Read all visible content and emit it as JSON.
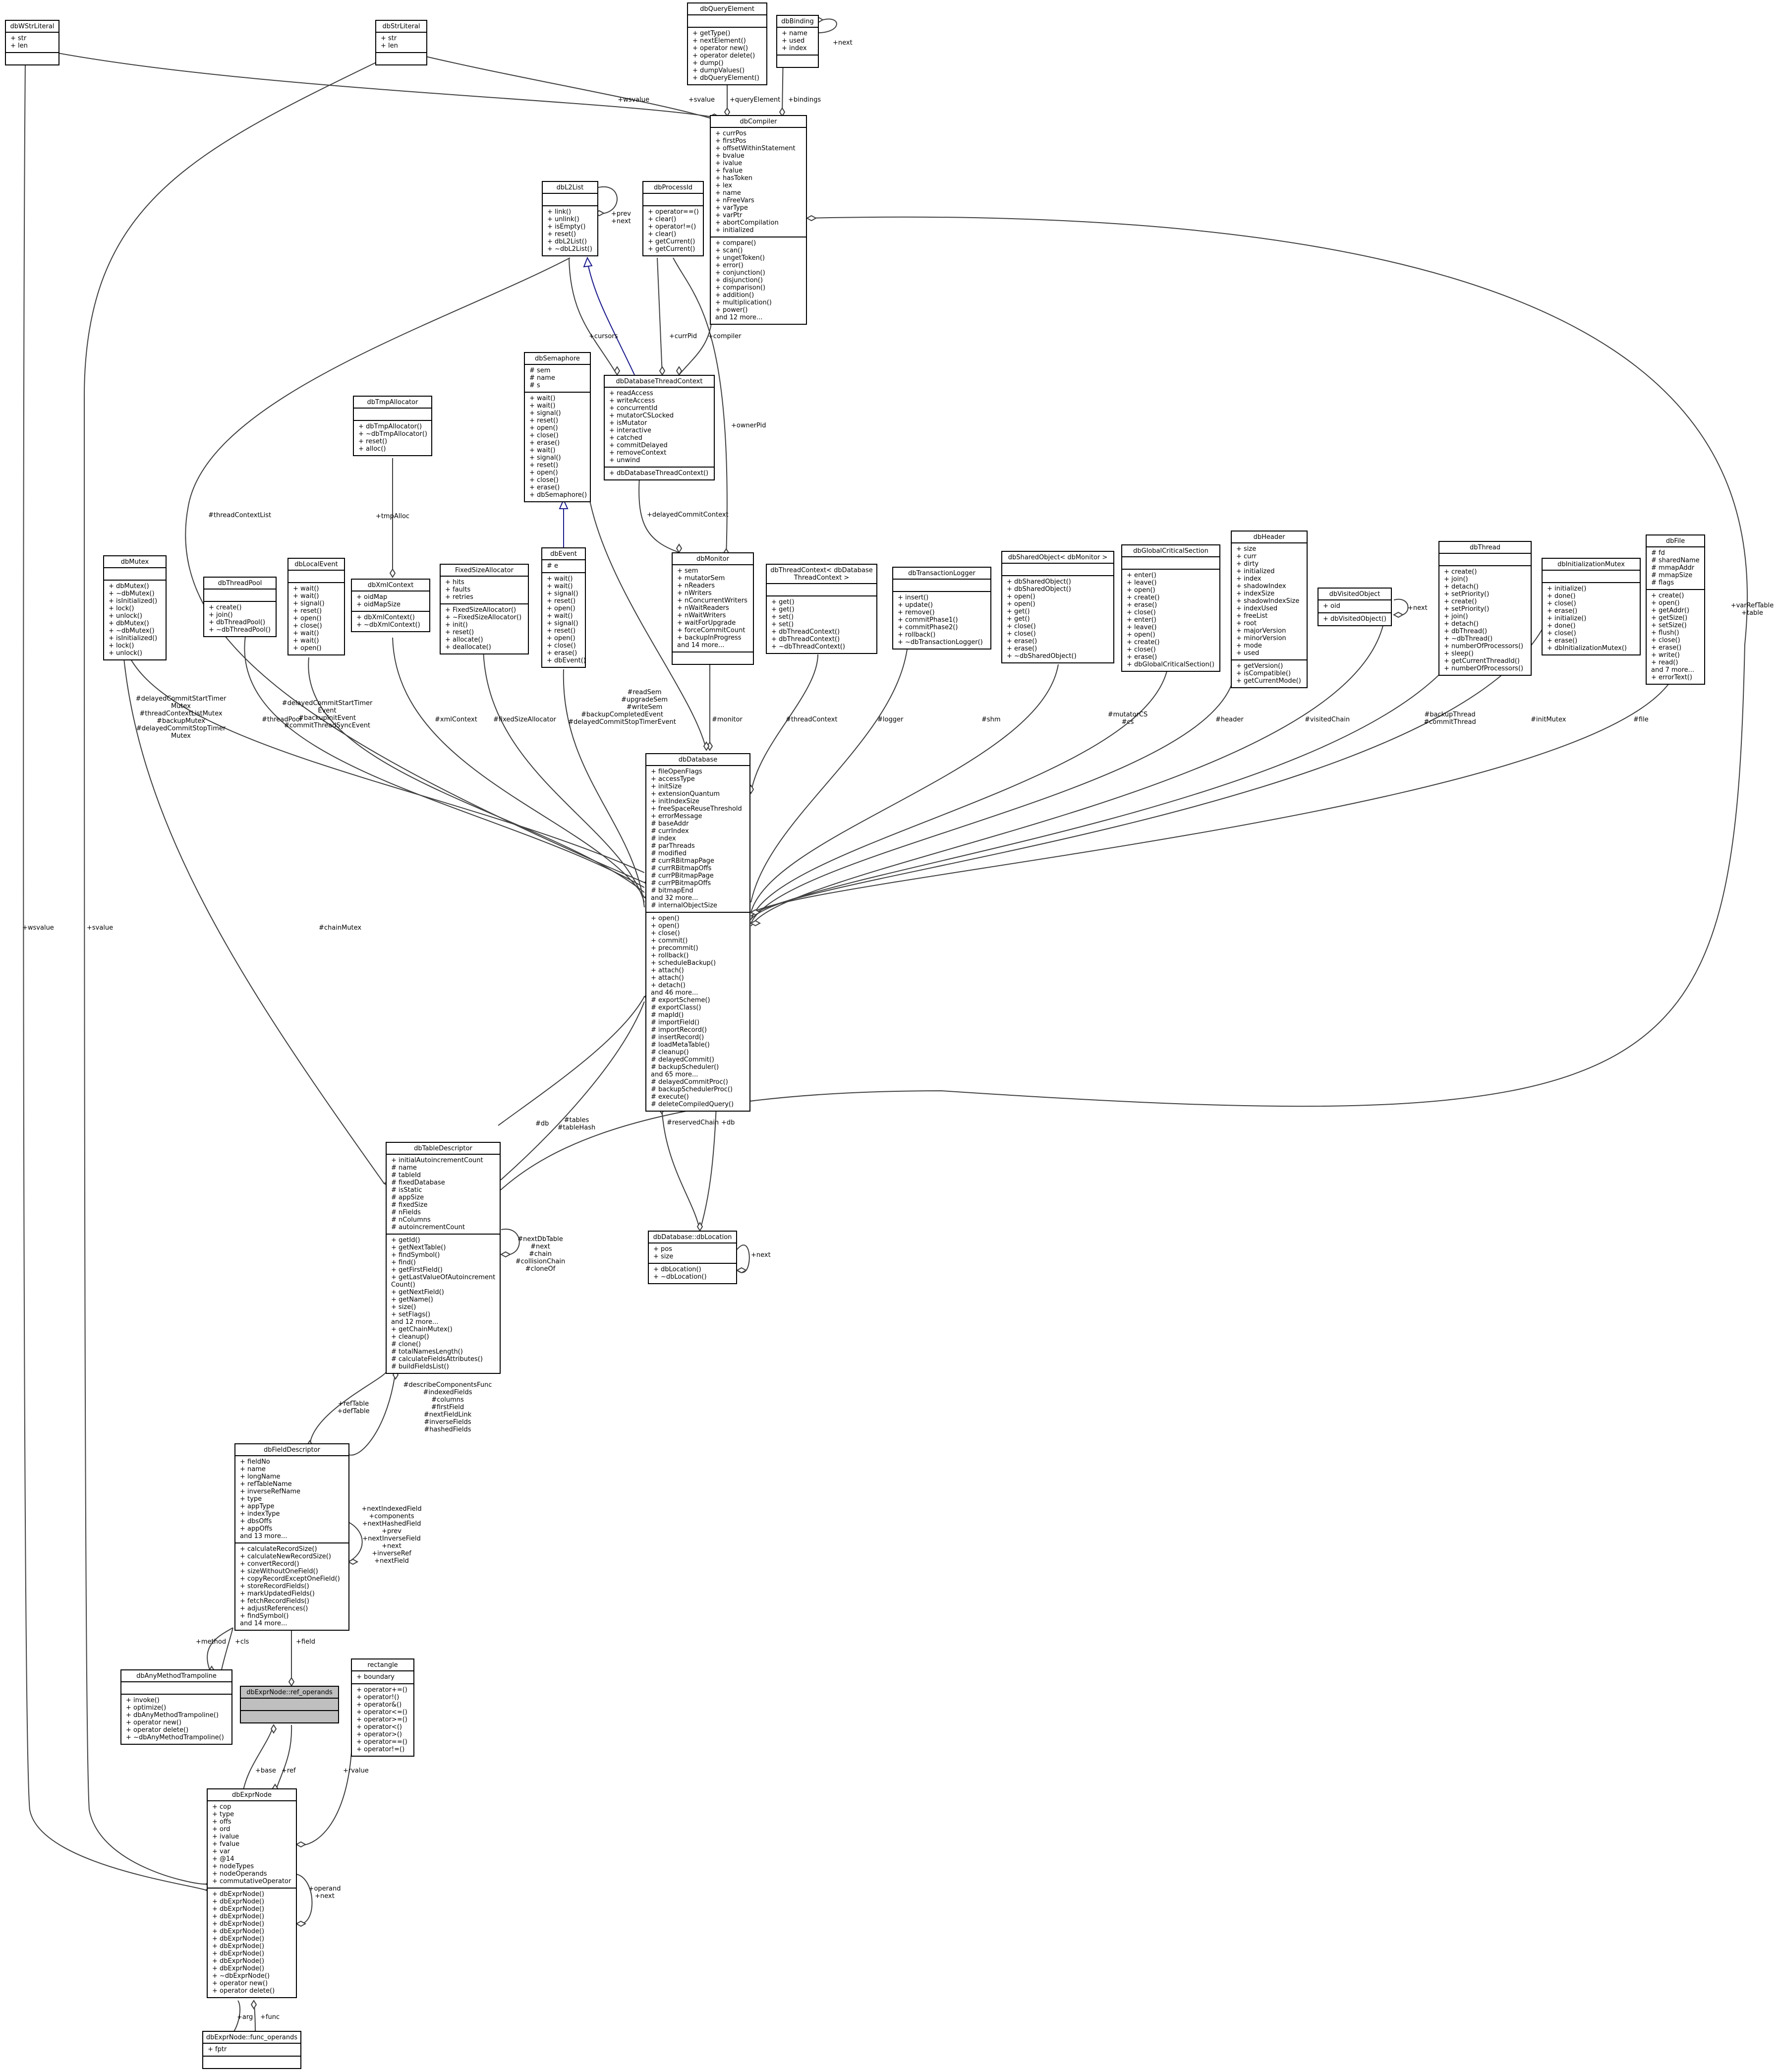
{
  "nodes": [
    {
      "id": "dbWStrLiteral",
      "title": "dbWStrLiteral",
      "attrs": [
        "+ str",
        "+ len"
      ],
      "ops": []
    },
    {
      "id": "dbStrLiteral",
      "title": "dbStrLiteral",
      "attrs": [
        "+ str",
        "+ len"
      ],
      "ops": []
    },
    {
      "id": "dbQueryElement",
      "title": "dbQueryElement",
      "attrs": [],
      "ops": [
        "+ getType()",
        "+ nextElement()",
        "+ operator new()",
        "+ operator delete()",
        "+ dump()",
        "+ dumpValues()",
        "+ dbQueryElement()"
      ]
    },
    {
      "id": "dbBinding",
      "title": "dbBinding",
      "attrs": [
        "+ name",
        "+ used",
        "+ index"
      ],
      "ops": []
    },
    {
      "id": "dbCompiler",
      "title": "dbCompiler",
      "attrs": [
        "+ currPos",
        "+ firstPos",
        "+ offsetWithinStatement",
        "+ bvalue",
        "+ ivalue",
        "+ fvalue",
        "+ hasToken",
        "+ lex",
        "+ name",
        "+ nFreeVars",
        "+ varType",
        "+ varPtr",
        "+ abortCompilation",
        "+ initialized"
      ],
      "ops": [
        "+ compare()",
        "+ scan()",
        "+ ungetToken()",
        "+ error()",
        "+ conjunction()",
        "+ disjunction()",
        "+ comparison()",
        "+ addition()",
        "+ multiplication()",
        "+ power()",
        "and 12 more..."
      ]
    },
    {
      "id": "dbL2List",
      "title": "dbL2List",
      "attrs": [],
      "ops": [
        "+ link()",
        "+ unlink()",
        "+ isEmpty()",
        "+ reset()",
        "+ dbL2List()",
        "+ ~dbL2List()"
      ]
    },
    {
      "id": "dbProcessId",
      "title": "dbProcessId",
      "attrs": [],
      "ops": [
        "+ operator==()",
        "+ clear()",
        "+ operator!=()",
        "+ clear()",
        "+ getCurrent()",
        "+ getCurrent()"
      ]
    },
    {
      "id": "dbSemaphore",
      "title": "dbSemaphore",
      "attrs": [
        "# sem",
        "# name",
        "# s"
      ],
      "ops": [
        "+ wait()",
        "+ wait()",
        "+ signal()",
        "+ reset()",
        "+ open()",
        "+ close()",
        "+ erase()",
        "+ wait()",
        "+ signal()",
        "+ reset()",
        "+ open()",
        "+ close()",
        "+ erase()",
        "+ dbSemaphore()"
      ]
    },
    {
      "id": "dbDatabaseThreadContext",
      "title": "dbDatabaseThreadContext",
      "attrs": [
        "+ readAccess",
        "+ writeAccess",
        "+ concurrentId",
        "+ mutatorCSLocked",
        "+ isMutator",
        "+ interactive",
        "+ catched",
        "+ commitDelayed",
        "+ removeContext",
        "+ unwind"
      ],
      "ops": [
        "+ dbDatabaseThreadContext()"
      ]
    },
    {
      "id": "dbTmpAllocator",
      "title": "dbTmpAllocator",
      "attrs": [],
      "ops": [
        "+ dbTmpAllocator()",
        "+ ~dbTmpAllocator()",
        "+ reset()",
        "+ alloc()"
      ]
    },
    {
      "id": "dbMutex",
      "title": "dbMutex",
      "attrs": [],
      "ops": [
        "+ dbMutex()",
        "+ ~dbMutex()",
        "+ isInitialized()",
        "+ lock()",
        "+ unlock()",
        "+ dbMutex()",
        "+ ~dbMutex()",
        "+ isInitialized()",
        "+ lock()",
        "+ unlock()"
      ]
    },
    {
      "id": "dbThreadPool",
      "title": "dbThreadPool",
      "attrs": [],
      "ops": [
        "+ create()",
        "+ join()",
        "+ dbThreadPool()",
        "+ ~dbThreadPool()"
      ]
    },
    {
      "id": "dbLocalEvent",
      "title": "dbLocalEvent",
      "attrs": [],
      "ops": [
        "+ wait()",
        "+ wait()",
        "+ signal()",
        "+ reset()",
        "+ open()",
        "+ close()",
        "+ wait()",
        "+ wait()",
        "+ open()"
      ]
    },
    {
      "id": "dbXmlContext",
      "title": "dbXmlContext",
      "attrs": [
        "+ oidMap",
        "+ oidMapSize"
      ],
      "ops": [
        "+ dbXmlContext()",
        "+ ~dbXmlContext()"
      ]
    },
    {
      "id": "FixedSizeAllocator",
      "title": "FixedSizeAllocator",
      "attrs": [
        "+ hits",
        "+ faults",
        "+ retries"
      ],
      "ops": [
        "+ FixedSizeAllocator()",
        "+ ~FixedSizeAllocator()",
        "+ init()",
        "+ reset()",
        "+ allocate()",
        "+ deallocate()"
      ]
    },
    {
      "id": "dbEvent",
      "title": "dbEvent",
      "attrs": [
        "# e"
      ],
      "ops": [
        "+ wait()",
        "+ wait()",
        "+ signal()",
        "+ reset()",
        "+ open()",
        "+ wait()",
        "+ signal()",
        "+ reset()",
        "+ open()",
        "+ close()",
        "+ erase()",
        "+ dbEvent()"
      ]
    },
    {
      "id": "dbMonitor",
      "title": "dbMonitor",
      "attrs": [
        "+ sem",
        "+ mutatorSem",
        "+ nReaders",
        "+ nWriters",
        "+ nConcurrentWriters",
        "+ nWaitReaders",
        "+ nWaitWriters",
        "+ waitForUpgrade",
        "+ forceCommitCount",
        "+ backupInProgress",
        "and 14 more..."
      ],
      "ops": []
    },
    {
      "id": "dbThreadContext",
      "title": "dbThreadContext< dbDatabase\nThreadContext >",
      "attrs": [],
      "ops": [
        "+ get()",
        "+ get()",
        "+ set()",
        "+ set()",
        "+ dbThreadContext()",
        "+ dbThreadContext()",
        "+ ~dbThreadContext()"
      ]
    },
    {
      "id": "dbTransactionLogger",
      "title": "dbTransactionLogger",
      "attrs": [],
      "ops": [
        "+ insert()",
        "+ update()",
        "+ remove()",
        "+ commitPhase1()",
        "+ commitPhase2()",
        "+ rollback()",
        "+ ~dbTransactionLogger()"
      ]
    },
    {
      "id": "dbSharedObject",
      "title": "dbSharedObject< dbMonitor >",
      "attrs": [],
      "ops": [
        "+ dbSharedObject()",
        "+ dbSharedObject()",
        "+ open()",
        "+ open()",
        "+ get()",
        "+ get()",
        "+ close()",
        "+ close()",
        "+ erase()",
        "+ erase()",
        "+ ~dbSharedObject()"
      ]
    },
    {
      "id": "dbGlobalCriticalSection",
      "title": "dbGlobalCriticalSection",
      "attrs": [],
      "ops": [
        "+ enter()",
        "+ leave()",
        "+ open()",
        "+ create()",
        "+ erase()",
        "+ close()",
        "+ enter()",
        "+ leave()",
        "+ open()",
        "+ create()",
        "+ close()",
        "+ erase()",
        "+ dbGlobalCriticalSection()"
      ]
    },
    {
      "id": "dbHeader",
      "title": "dbHeader",
      "attrs": [
        "+ size",
        "+ curr",
        "+ dirty",
        "+ initialized",
        "+ index",
        "+ shadowIndex",
        "+ indexSize",
        "+ shadowIndexSize",
        "+ indexUsed",
        "+ freeList",
        "+ root",
        "+ majorVersion",
        "+ minorVersion",
        "+ mode",
        "+ used"
      ],
      "ops": [
        "+ getVersion()",
        "+ isCompatible()",
        "+ getCurrentMode()"
      ]
    },
    {
      "id": "dbVisitedObject",
      "title": "dbVisitedObject",
      "attrs": [
        "+ oid"
      ],
      "ops": [
        "+ dbVisitedObject()"
      ]
    },
    {
      "id": "dbThread",
      "title": "dbThread",
      "attrs": [],
      "ops": [
        "+ create()",
        "+ join()",
        "+ detach()",
        "+ setPriority()",
        "+ create()",
        "+ setPriority()",
        "+ join()",
        "+ detach()",
        "+ dbThread()",
        "+ ~dbThread()",
        "+ numberOfProcessors()",
        "+ sleep()",
        "+ getCurrentThreadId()",
        "+ numberOfProcessors()"
      ]
    },
    {
      "id": "dbInitializationMutex",
      "title": "dbInitializationMutex",
      "attrs": [],
      "ops": [
        "+ initialize()",
        "+ done()",
        "+ close()",
        "+ erase()",
        "+ initialize()",
        "+ done()",
        "+ close()",
        "+ erase()",
        "+ dbInitializationMutex()"
      ]
    },
    {
      "id": "dbFile",
      "title": "dbFile",
      "attrs": [
        "# fd",
        "# sharedName",
        "# mmapAddr",
        "# mmapSize",
        "# flags"
      ],
      "ops": [
        "+ create()",
        "+ open()",
        "+ getAddr()",
        "+ getSize()",
        "+ setSize()",
        "+ flush()",
        "+ close()",
        "+ erase()",
        "+ write()",
        "+ read()",
        "and 7 more...",
        "+ errorText()"
      ]
    },
    {
      "id": "dbDatabase",
      "title": "dbDatabase",
      "attrs": [
        "+ fileOpenFlags",
        "+ accessType",
        "+ initSize",
        "+ extensionQuantum",
        "+ initIndexSize",
        "+ freeSpaceReuseThreshold",
        "+ errorMessage",
        "# baseAddr",
        "# currIndex",
        "# index",
        "# parThreads",
        "# modified",
        "# currRBitmapPage",
        "# currRBitmapOffs",
        "# currPBitmapPage",
        "# currPBitmapOffs",
        "# bitmapEnd",
        "and 32 more...",
        "# internalObjectSize"
      ],
      "ops": [
        "+ open()",
        "+ open()",
        "+ close()",
        "+ commit()",
        "+ precommit()",
        "+ rollback()",
        "+ scheduleBackup()",
        "+ attach()",
        "+ attach()",
        "+ detach()",
        "and 46 more...",
        "# exportScheme()",
        "# exportClass()",
        "# mapId()",
        "# importField()",
        "# importRecord()",
        "# insertRecord()",
        "# loadMetaTable()",
        "# cleanup()",
        "# delayedCommit()",
        "# backupScheduler()",
        "and 65 more...",
        "# delayedCommitProc()",
        "# backupSchedulerProc()",
        "# execute()",
        "# deleteCompiledQuery()"
      ]
    },
    {
      "id": "dbTableDescriptor",
      "title": "dbTableDescriptor",
      "attrs": [
        "+ initialAutoincrementCount",
        "# name",
        "# tableId",
        "# fixedDatabase",
        "# isStatic",
        "# appSize",
        "# fixedSize",
        "# nFields",
        "# nColumns",
        "# autoincrementCount"
      ],
      "ops": [
        "+ getId()",
        "+ getNextTable()",
        "+ findSymbol()",
        "+ find()",
        "+ getFirstField()",
        "+ getLastValueOfAutoincrement",
        "Count()",
        "+ getNextField()",
        "+ getName()",
        "+ size()",
        "+ setFlags()",
        "and 12 more...",
        "+ getChainMutex()",
        "+ cleanup()",
        "# clone()",
        "# totalNamesLength()",
        "# calculateFieldsAttributes()",
        "# buildFieldsList()"
      ]
    },
    {
      "id": "dbLocation",
      "title": "dbDatabase::dbLocation",
      "attrs": [
        "+ pos",
        "+ size"
      ],
      "ops": [
        "+ dbLocation()",
        "+ ~dbLocation()"
      ]
    },
    {
      "id": "dbFieldDescriptor",
      "title": "dbFieldDescriptor",
      "attrs": [
        "+ fieldNo",
        "+ name",
        "+ longName",
        "+ refTableName",
        "+ inverseRefName",
        "+ type",
        "+ appType",
        "+ indexType",
        "+ dbsOffs",
        "+ appOffs",
        "and 13 more..."
      ],
      "ops": [
        "+ calculateRecordSize()",
        "+ calculateNewRecordSize()",
        "+ convertRecord()",
        "+ sizeWithoutOneField()",
        "+ copyRecordExceptOneField()",
        "+ storeRecordFields()",
        "+ markUpdatedFields()",
        "+ fetchRecordFields()",
        "+ adjustReferences()",
        "+ findSymbol()",
        "and 14 more..."
      ]
    },
    {
      "id": "dbAnyMethodTrampoline",
      "title": "dbAnyMethodTrampoline",
      "attrs": [],
      "ops": [
        "+ invoke()",
        "+ optimize()",
        "+ dbAnyMethodTrampoline()",
        "+ operator new()",
        "+ operator delete()",
        "+ ~dbAnyMethodTrampoline()"
      ]
    },
    {
      "id": "refOperands",
      "title": "dbExprNode::ref_operands",
      "attrs": [],
      "ops": []
    },
    {
      "id": "rectangle",
      "title": "rectangle",
      "attrs": [
        "+ boundary"
      ],
      "ops": [
        "+ operator+=()",
        "+ operator!()",
        "+ operator&()",
        "+ operator<=()",
        "+ operator>=()",
        "+ operator<()",
        "+ operator>()",
        "+ operator==()",
        "+ operator!=()"
      ]
    },
    {
      "id": "dbExprNode",
      "title": "dbExprNode",
      "attrs": [
        "+ cop",
        "+ type",
        "+ offs",
        "+ ord",
        "+ ivalue",
        "+ fvalue",
        "+ var",
        "+ @14",
        "+ nodeTypes",
        "+ nodeOperands",
        "+ commutativeOperator"
      ],
      "ops": [
        "+ dbExprNode()",
        "+ dbExprNode()",
        "+ dbExprNode()",
        "+ dbExprNode()",
        "+ dbExprNode()",
        "+ dbExprNode()",
        "+ dbExprNode()",
        "+ dbExprNode()",
        "+ dbExprNode()",
        "+ dbExprNode()",
        "+ dbExprNode()",
        "+ ~dbExprNode()",
        "+ operator new()",
        "+ operator delete()"
      ]
    },
    {
      "id": "funcOperands",
      "title": "dbExprNode::func_operands",
      "attrs": [
        "+ fptr"
      ],
      "ops": []
    }
  ],
  "edge_labels": [
    {
      "id": "L_wsvalue_top",
      "text": "+wsvalue"
    },
    {
      "id": "L_svalue_top",
      "text": "+svalue"
    },
    {
      "id": "L_queryElement",
      "text": "+queryElement"
    },
    {
      "id": "L_bindings",
      "text": "+bindings"
    },
    {
      "id": "L_next_binding",
      "text": "+next"
    },
    {
      "id": "L_prevnext",
      "text": "+prev\n+next"
    },
    {
      "id": "L_cursors",
      "text": "+cursors"
    },
    {
      "id": "L_currPid",
      "text": "+currPid"
    },
    {
      "id": "L_compiler",
      "text": "+compiler"
    },
    {
      "id": "L_ownerPid",
      "text": "+ownerPid"
    },
    {
      "id": "L_tmpAlloc",
      "text": "+tmpAlloc"
    },
    {
      "id": "L_threadContextList",
      "text": "#threadContextList"
    },
    {
      "id": "L_delayedCommitContext",
      "text": "+delayedCommitContext"
    },
    {
      "id": "L_readSem",
      "text": "#readSem\n#upgradeSem\n#writeSem"
    },
    {
      "id": "L_mutexes",
      "text": "#delayedCommitStartTimer\nMutex\n#threadContextListMutex\n#backupMutex\n#delayedCommitStopTimer\nMutex"
    },
    {
      "id": "L_threadPool",
      "text": "#threadPool"
    },
    {
      "id": "L_localEvents",
      "text": "#delayedCommitStartTimer\nEvent\n#backupInitEvent\n#commitThreadSyncEvent"
    },
    {
      "id": "L_xmlContext",
      "text": "#xmlContext"
    },
    {
      "id": "L_fixedSizeAllocator",
      "text": "#fixedSizeAllocator"
    },
    {
      "id": "L_events",
      "text": "#backupCompletedEvent\n#delayedCommitStopTimerEvent"
    },
    {
      "id": "L_monitor",
      "text": "#monitor"
    },
    {
      "id": "L_threadContext",
      "text": "#threadContext"
    },
    {
      "id": "L_logger",
      "text": "#logger"
    },
    {
      "id": "L_shm",
      "text": "#shm"
    },
    {
      "id": "L_mutatorCS",
      "text": "#mutatorCS\n#cs"
    },
    {
      "id": "L_header",
      "text": "#header"
    },
    {
      "id": "L_visitedChain",
      "text": "#visitedChain"
    },
    {
      "id": "L_next_visited",
      "text": "+next"
    },
    {
      "id": "L_threads",
      "text": "#backupThread\n#commitThread"
    },
    {
      "id": "L_initMutex",
      "text": "#initMutex"
    },
    {
      "id": "L_file",
      "text": "#file"
    },
    {
      "id": "L_varRefTable",
      "text": "+varRefTable\n+table"
    },
    {
      "id": "L_wsvalue_left",
      "text": "+wsvalue"
    },
    {
      "id": "L_svalue_left",
      "text": "+svalue"
    },
    {
      "id": "L_chainMutex",
      "text": "#chainMutex"
    },
    {
      "id": "L_db",
      "text": "#db"
    },
    {
      "id": "L_tables",
      "text": "#tables\n#tableHash"
    },
    {
      "id": "L_reservedChain",
      "text": "#reservedChain"
    },
    {
      "id": "L_plusdb",
      "text": "+db"
    },
    {
      "id": "L_next_location",
      "text": "+next"
    },
    {
      "id": "L_tableSelf",
      "text": "#nextDbTable\n#next\n#chain\n#collisionChain\n#cloneOf"
    },
    {
      "id": "L_fieldsFromTable",
      "text": "#describeComponentsFunc\n#indexedFields\n#columns\n#firstField\n#nextFieldLink\n#inverseFields\n#hashedFields"
    },
    {
      "id": "L_refTable",
      "text": "+refTable\n+defTable"
    },
    {
      "id": "L_fieldSelf",
      "text": "+nextIndexedField\n+components\n+nextHashedField\n+prev\n+nextInverseField\n+next\n+inverseRef\n+nextField"
    },
    {
      "id": "L_method",
      "text": "+method"
    },
    {
      "id": "L_cls",
      "text": "+cls"
    },
    {
      "id": "L_field",
      "text": "+field"
    },
    {
      "id": "L_base",
      "text": "+base"
    },
    {
      "id": "L_ref",
      "text": "+ref"
    },
    {
      "id": "L_rvalue",
      "text": "+rvalue"
    },
    {
      "id": "L_operand",
      "text": "+operand\n+next"
    },
    {
      "id": "L_arg",
      "text": "+arg"
    },
    {
      "id": "L_func",
      "text": "+func"
    }
  ]
}
